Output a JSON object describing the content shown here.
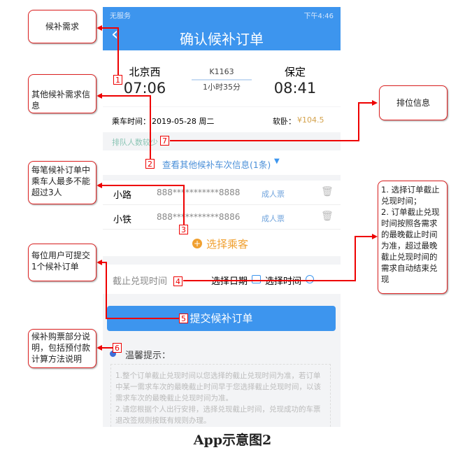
{
  "status_bar": {
    "left": "无服务",
    "time": "下午4:46"
  },
  "header": {
    "back": "‹",
    "title": "确认候补订单"
  },
  "train": {
    "from": "北京西",
    "dep_time": "07:06",
    "number": "K1163",
    "duration": "1小时35分",
    "to": "保定",
    "arr_time": "08:41"
  },
  "date_row": {
    "label": "乘车时间：",
    "value": "2019-05-28 周二",
    "seat_label": "软卧：",
    "price": "¥104.5"
  },
  "queue": "排队人数较少",
  "other_link": "查看其他候补车次信息(1条)",
  "passengers": [
    {
      "name": "小路",
      "id": "888***********8888",
      "type": "成人票"
    },
    {
      "name": "小铁",
      "id": "888***********8886",
      "type": "成人票"
    }
  ],
  "select_passenger": "选择乘客",
  "deadline": {
    "label": "截止兑现时间",
    "date": "选择日期",
    "time": "选择时间"
  },
  "submit": "提交候补订单",
  "tips": {
    "title": "温馨提示：",
    "lines": [
      "1.整个订单截止兑现时间以您选择的截止兑现时间为准，若订单中某一需求车次的最晚截止时间早于您选择截止兑现时间，以该需求车次的最晚截止兑现时间为准。",
      "2.请您根据个人出行安排，选择兑现截止时间，兑现成功的车票退改签规则按既有规则办理。"
    ]
  },
  "annotations": {
    "n1": "候补需求",
    "n2": "其他候补需求信息",
    "n3": "每笔候补订单中乘车人最多不能超过3人",
    "n4": "每位用户可提交1个候补订单",
    "n5": "候补购票部分说明，包括预付款计算方法说明",
    "n7": "排位信息",
    "n_deadline": "1. 选择订单截止兑现时间；\n2. 订单截止兑现时间按照各需求的最晚截止时间为准，超过最晚截止兑现时间的需求自动结束兑现"
  },
  "markers": [
    "1",
    "2",
    "3",
    "4",
    "5",
    "6",
    "7"
  ],
  "caption": "App示意图2"
}
